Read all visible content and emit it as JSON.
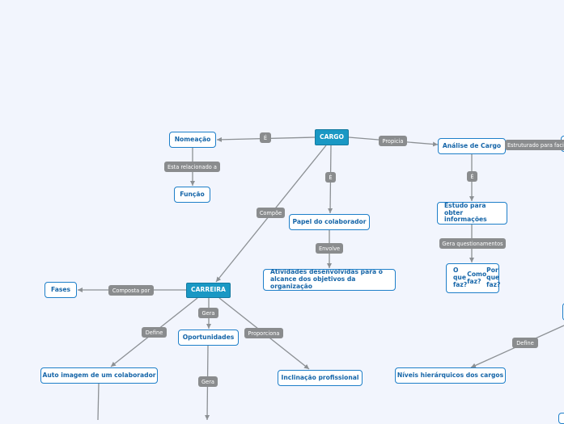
{
  "nodes": {
    "cargo": "CARGO",
    "nomeacao": "Nomeação",
    "funcao": "Função",
    "papel": "Papel do colaborador",
    "atividades": "Atividades desenvolvidas para o alcance dos objetivos da organização",
    "analise": "Análise de Cargo",
    "estudo": "Estudo para obter informações",
    "perguntas": "O que faz? Como faz? Por que faz?",
    "carreira": "CARREIRA",
    "fases": "Fases",
    "oportunidades": "Oportunidades",
    "auto_imagem": "Auto imagem de um colaborador",
    "inclinacao": "Inclinação profissional",
    "niveis": "Níveis hierárquicos dos cargos"
  },
  "labels": {
    "e1": "É",
    "e2": "É",
    "e3": "É",
    "propicia": "Propicia",
    "estruturado": "Estruturado para facilitar",
    "relacionado": "Esta relacionado a",
    "compoe": "Compõe",
    "envolve": "Envolve",
    "gera_quest": "Gera questionamentos",
    "composta": "Composta por",
    "gera1": "Gera",
    "gera2": "Gera",
    "define1": "Define",
    "define2": "Define",
    "proporciona": "Proporciona"
  },
  "colors": {
    "main_node": "#1a98c4",
    "node_border": "#1e7fc9",
    "node_text": "#1565a8",
    "label_bg": "#8a8c8e",
    "edge": "#8c9094",
    "background": "#f2f5fd"
  }
}
